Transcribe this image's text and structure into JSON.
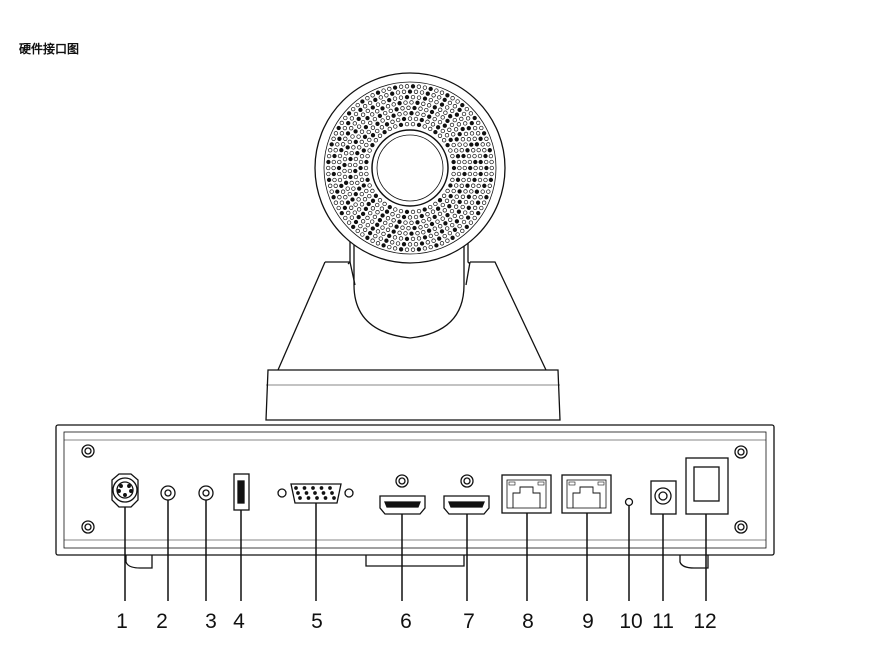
{
  "title": "硬件接口图",
  "colors": {
    "line": "#111111",
    "background": "#ffffff"
  },
  "ports": [
    {
      "number": "1",
      "icon": "rs232-connector-icon"
    },
    {
      "number": "2",
      "icon": "audio-jack-icon"
    },
    {
      "number": "3",
      "icon": "audio-jack-icon"
    },
    {
      "number": "4",
      "icon": "usb-port-icon"
    },
    {
      "number": "5",
      "icon": "vga-port-icon"
    },
    {
      "number": "6",
      "icon": "hdmi-port-icon"
    },
    {
      "number": "7",
      "icon": "hdmi-port-icon"
    },
    {
      "number": "8",
      "icon": "ethernet-port-icon"
    },
    {
      "number": "9",
      "icon": "ethernet-port-icon"
    },
    {
      "number": "10",
      "icon": "led-indicator-icon"
    },
    {
      "number": "11",
      "icon": "dc-power-jack-icon"
    },
    {
      "number": "12",
      "icon": "power-switch-icon"
    }
  ]
}
